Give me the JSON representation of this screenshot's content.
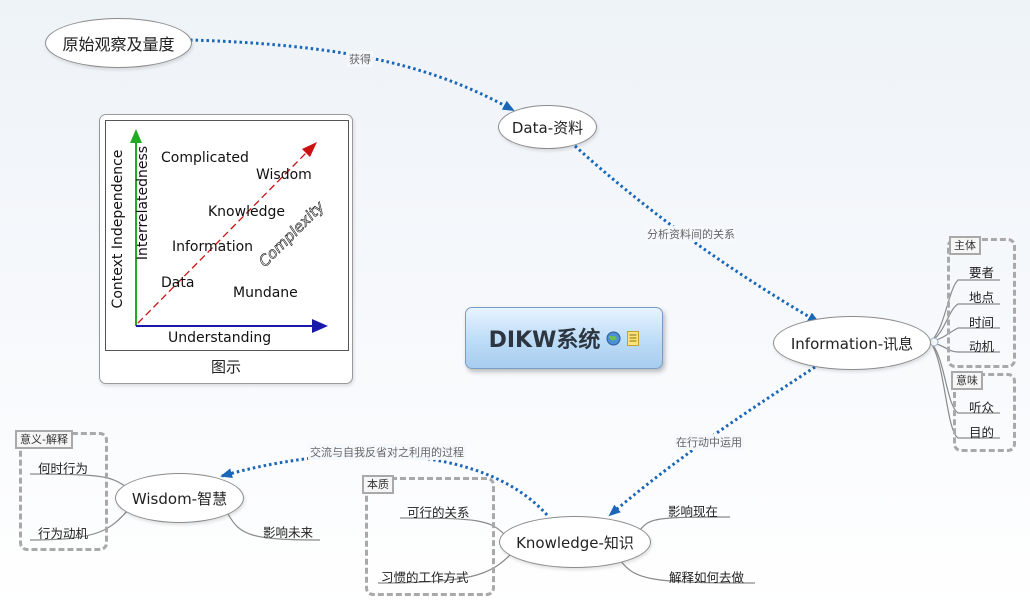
{
  "central_topic": {
    "label": "DIKW系统",
    "icons": [
      "globe-icon",
      "note-icon"
    ]
  },
  "nodes": {
    "observation": "原始观察及量度",
    "data": "Data-资料",
    "information": "Information-讯息",
    "knowledge": "Knowledge-知识",
    "wisdom": "Wisdom-智慧"
  },
  "edge_labels": {
    "obtain": "获得",
    "analyze": "分析资料间的关系",
    "apply": "在行动中运用",
    "reflect": "交流与自我反省对之利用的过程"
  },
  "information_groups": [
    {
      "title": "主体",
      "items": [
        "要者",
        "地点",
        "时间",
        "动机"
      ]
    },
    {
      "title": "意味",
      "items": [
        "听众",
        "目的"
      ]
    }
  ],
  "knowledge_group": {
    "title": "本质",
    "items": [
      "可行的关系",
      "习惯的工作方式"
    ]
  },
  "knowledge_extra": [
    "影响现在",
    "解释如何去做"
  ],
  "wisdom_group": {
    "title": "意义-解释",
    "items": [
      "何时行为",
      "行为动机"
    ]
  },
  "wisdom_extra": [
    "影响未来"
  ],
  "figure": {
    "caption": "图示",
    "y_axis_outer": "Context Independence",
    "y_axis_inner": "Interrelatedness",
    "x_axis": "Understanding",
    "diagonal": "Complexity",
    "corner_top": "Complicated",
    "corner_bottom": "Mundane",
    "stages": [
      "Data",
      "Information",
      "Knowledge",
      "Wisdom"
    ]
  },
  "colors": {
    "connector": "#1a66b8",
    "branch": "#8a8a8a",
    "group_border": "#a9a9a9",
    "axis_y": "#22aa22",
    "axis_x": "#1a1aaa",
    "diagonal": "#cc1111"
  }
}
